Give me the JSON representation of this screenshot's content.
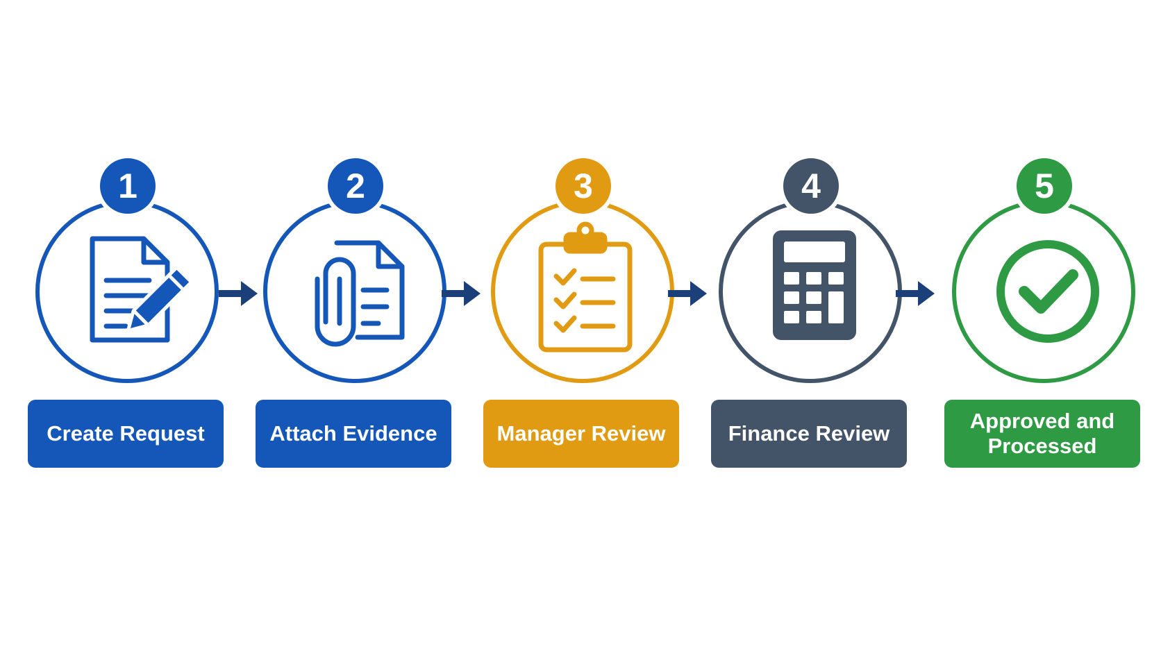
{
  "steps": [
    {
      "number": "1",
      "label": "Create Request",
      "color": "#1557b8",
      "icon": "document-edit-icon"
    },
    {
      "number": "2",
      "label": "Attach Evidence",
      "color": "#1557b8",
      "icon": "paperclip-document-icon"
    },
    {
      "number": "3",
      "label": "Manager Review",
      "color": "#e19b12",
      "icon": "clipboard-checklist-icon"
    },
    {
      "number": "4",
      "label": "Finance Review",
      "color": "#435468",
      "icon": "calculator-icon"
    },
    {
      "number": "5",
      "label": "Approved and Processed",
      "color": "#2f9a44",
      "icon": "check-circle-icon"
    }
  ],
  "connector_color": "#1b3f78"
}
